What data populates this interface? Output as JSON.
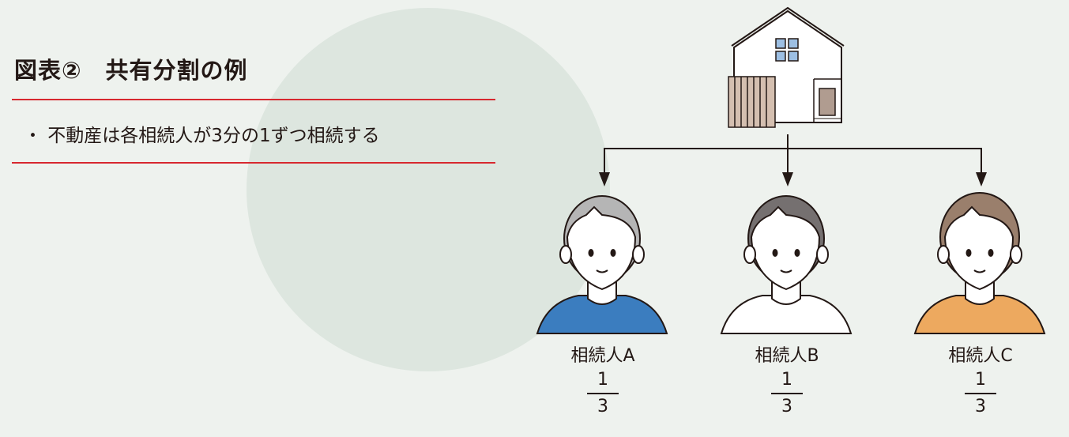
{
  "title": "図表②　共有分割の例",
  "bullet": "・ 不動産は各相続人が3分の1ずつ相続する",
  "heirs": [
    {
      "name": "相続人A",
      "numerator": "1",
      "denominator": "3",
      "clothing_color": "#3b7dbf",
      "hair_color": "#b5b5b5"
    },
    {
      "name": "相続人B",
      "numerator": "1",
      "denominator": "3",
      "clothing_color": "#ffffff",
      "hair_color": "#757070"
    },
    {
      "name": "相続人C",
      "numerator": "1",
      "denominator": "3",
      "clothing_color": "#eda95f",
      "hair_color": "#9a7f6c"
    }
  ],
  "colors": {
    "accent_rule": "#d7282f",
    "background": "#eef2ee",
    "circle": "#dde6df"
  }
}
